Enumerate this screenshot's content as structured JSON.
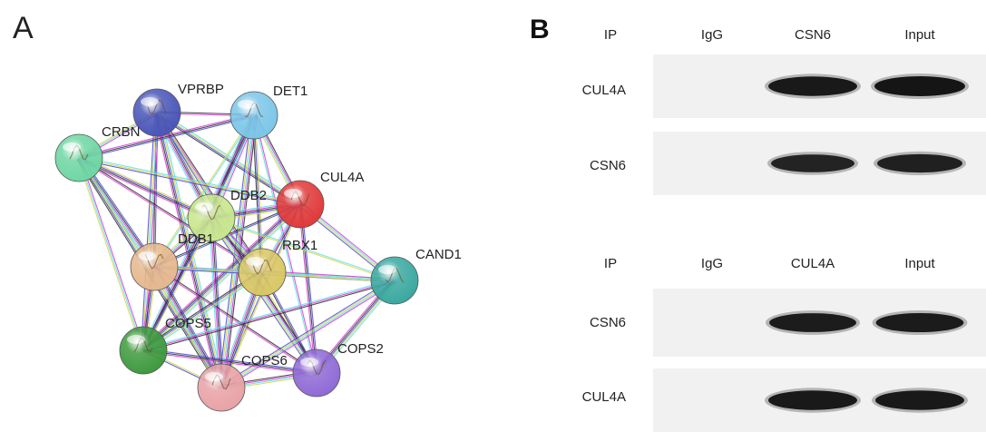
{
  "panel_a": {
    "letter": "A",
    "nodes": [
      {
        "id": "vprbp",
        "label": "VPRBP",
        "color": "#4a56b8"
      },
      {
        "id": "det1",
        "label": "DET1",
        "color": "#7cc6e8"
      },
      {
        "id": "crbn",
        "label": "CRBN",
        "color": "#6fd6a4"
      },
      {
        "id": "cul4a",
        "label": "CUL4A",
        "color": "#e03a3a"
      },
      {
        "id": "ddb2",
        "label": "DDB2",
        "color": "#c9e68e"
      },
      {
        "id": "ddb1",
        "label": "DDB1",
        "color": "#e6b88e"
      },
      {
        "id": "rbx1",
        "label": "RBX1",
        "color": "#d9c765"
      },
      {
        "id": "cand1",
        "label": "CAND1",
        "color": "#3aa8a0"
      },
      {
        "id": "cops5",
        "label": "COPS5",
        "color": "#3e9a3e"
      },
      {
        "id": "cops6",
        "label": "COPS6",
        "color": "#e8a2a6"
      },
      {
        "id": "cops2",
        "label": "COPS2",
        "color": "#8f6ad6"
      }
    ],
    "edge_colors": [
      "#2b2b2b",
      "#d63cd6",
      "#5ee0e6",
      "#d6d64a",
      "#4a4ad6"
    ]
  },
  "panel_b": {
    "letter": "B",
    "blot1": {
      "header": [
        "IP",
        "IgG",
        "CSN6",
        "Input"
      ],
      "rows": [
        {
          "label": "CUL4A",
          "bands": [
            0,
            0.95,
            1.0
          ]
        },
        {
          "label": "CSN6",
          "bands": [
            0,
            0.8,
            0.85
          ]
        }
      ]
    },
    "blot2": {
      "header": [
        "IP",
        "IgG",
        "CUL4A",
        "Input"
      ],
      "rows": [
        {
          "label": "CSN6",
          "bands": [
            0,
            0.9,
            0.92
          ]
        },
        {
          "label": "CUL4A",
          "bands": [
            0,
            0.95,
            0.95
          ]
        }
      ]
    }
  }
}
